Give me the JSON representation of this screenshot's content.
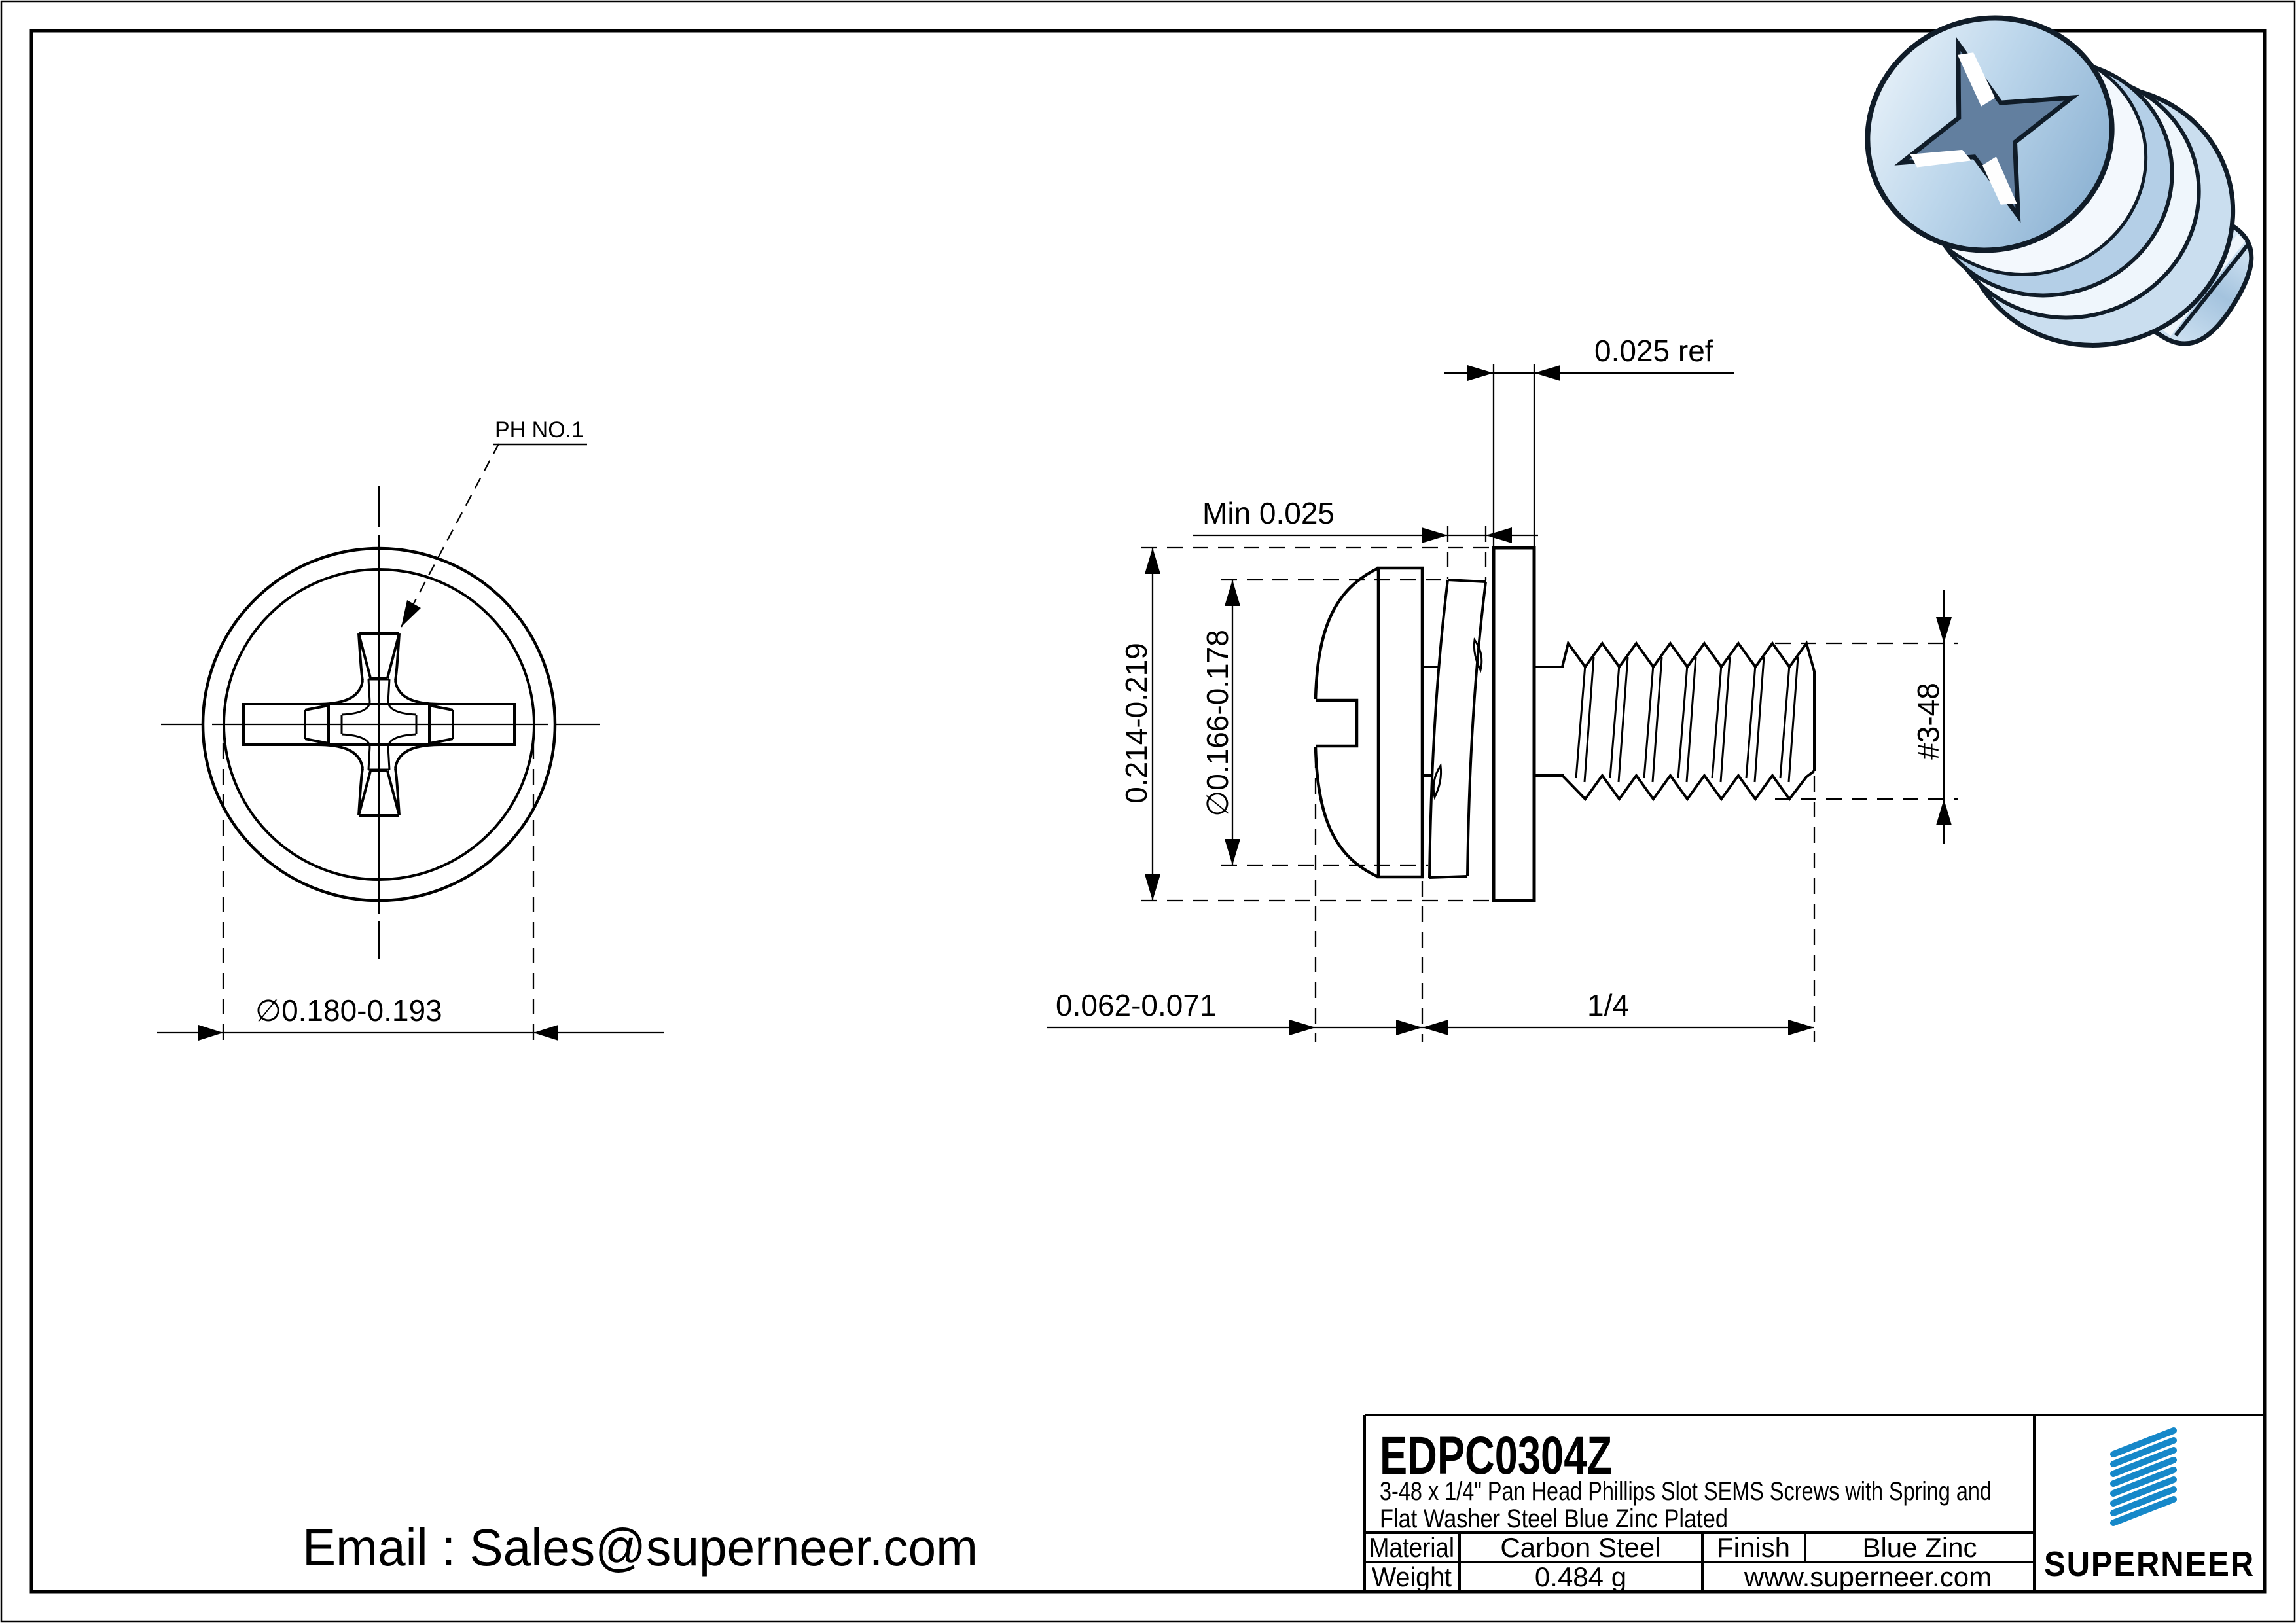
{
  "title_block": {
    "part_number": "EDPC0304Z",
    "description_line1": "3-48 x 1/4\" Pan Head Phillips Slot SEMS Screws with Spring and",
    "description_line2": "Flat Washer Steel Blue Zinc Plated",
    "material_label": "Material",
    "material_value": "Carbon Steel",
    "finish_label": "Finish",
    "finish_value": "Blue Zinc",
    "weight_label": "Weight",
    "weight_value": "0.484 g",
    "website": "www.superneer.com",
    "brand_name": "SUPERNEER"
  },
  "contact": {
    "email": "Email : Sales@superneer.com"
  },
  "dimensions": {
    "head_diameter": "∅0.180-0.193",
    "recess_callout": "PH NO.1",
    "flat_washer_od": "0.214-0.219",
    "spring_washer_od": "∅0.166-0.178",
    "flat_washer_thickness": "0.025 ref",
    "spring_washer_min_thickness": "Min 0.025",
    "head_height": "0.062-0.071",
    "thread_length": "1/4",
    "thread_size": "#3-48"
  },
  "colors": {
    "brand_blue": "#1688c9",
    "line_black": "#000000",
    "render_body_blue": "#b9d2e8"
  }
}
